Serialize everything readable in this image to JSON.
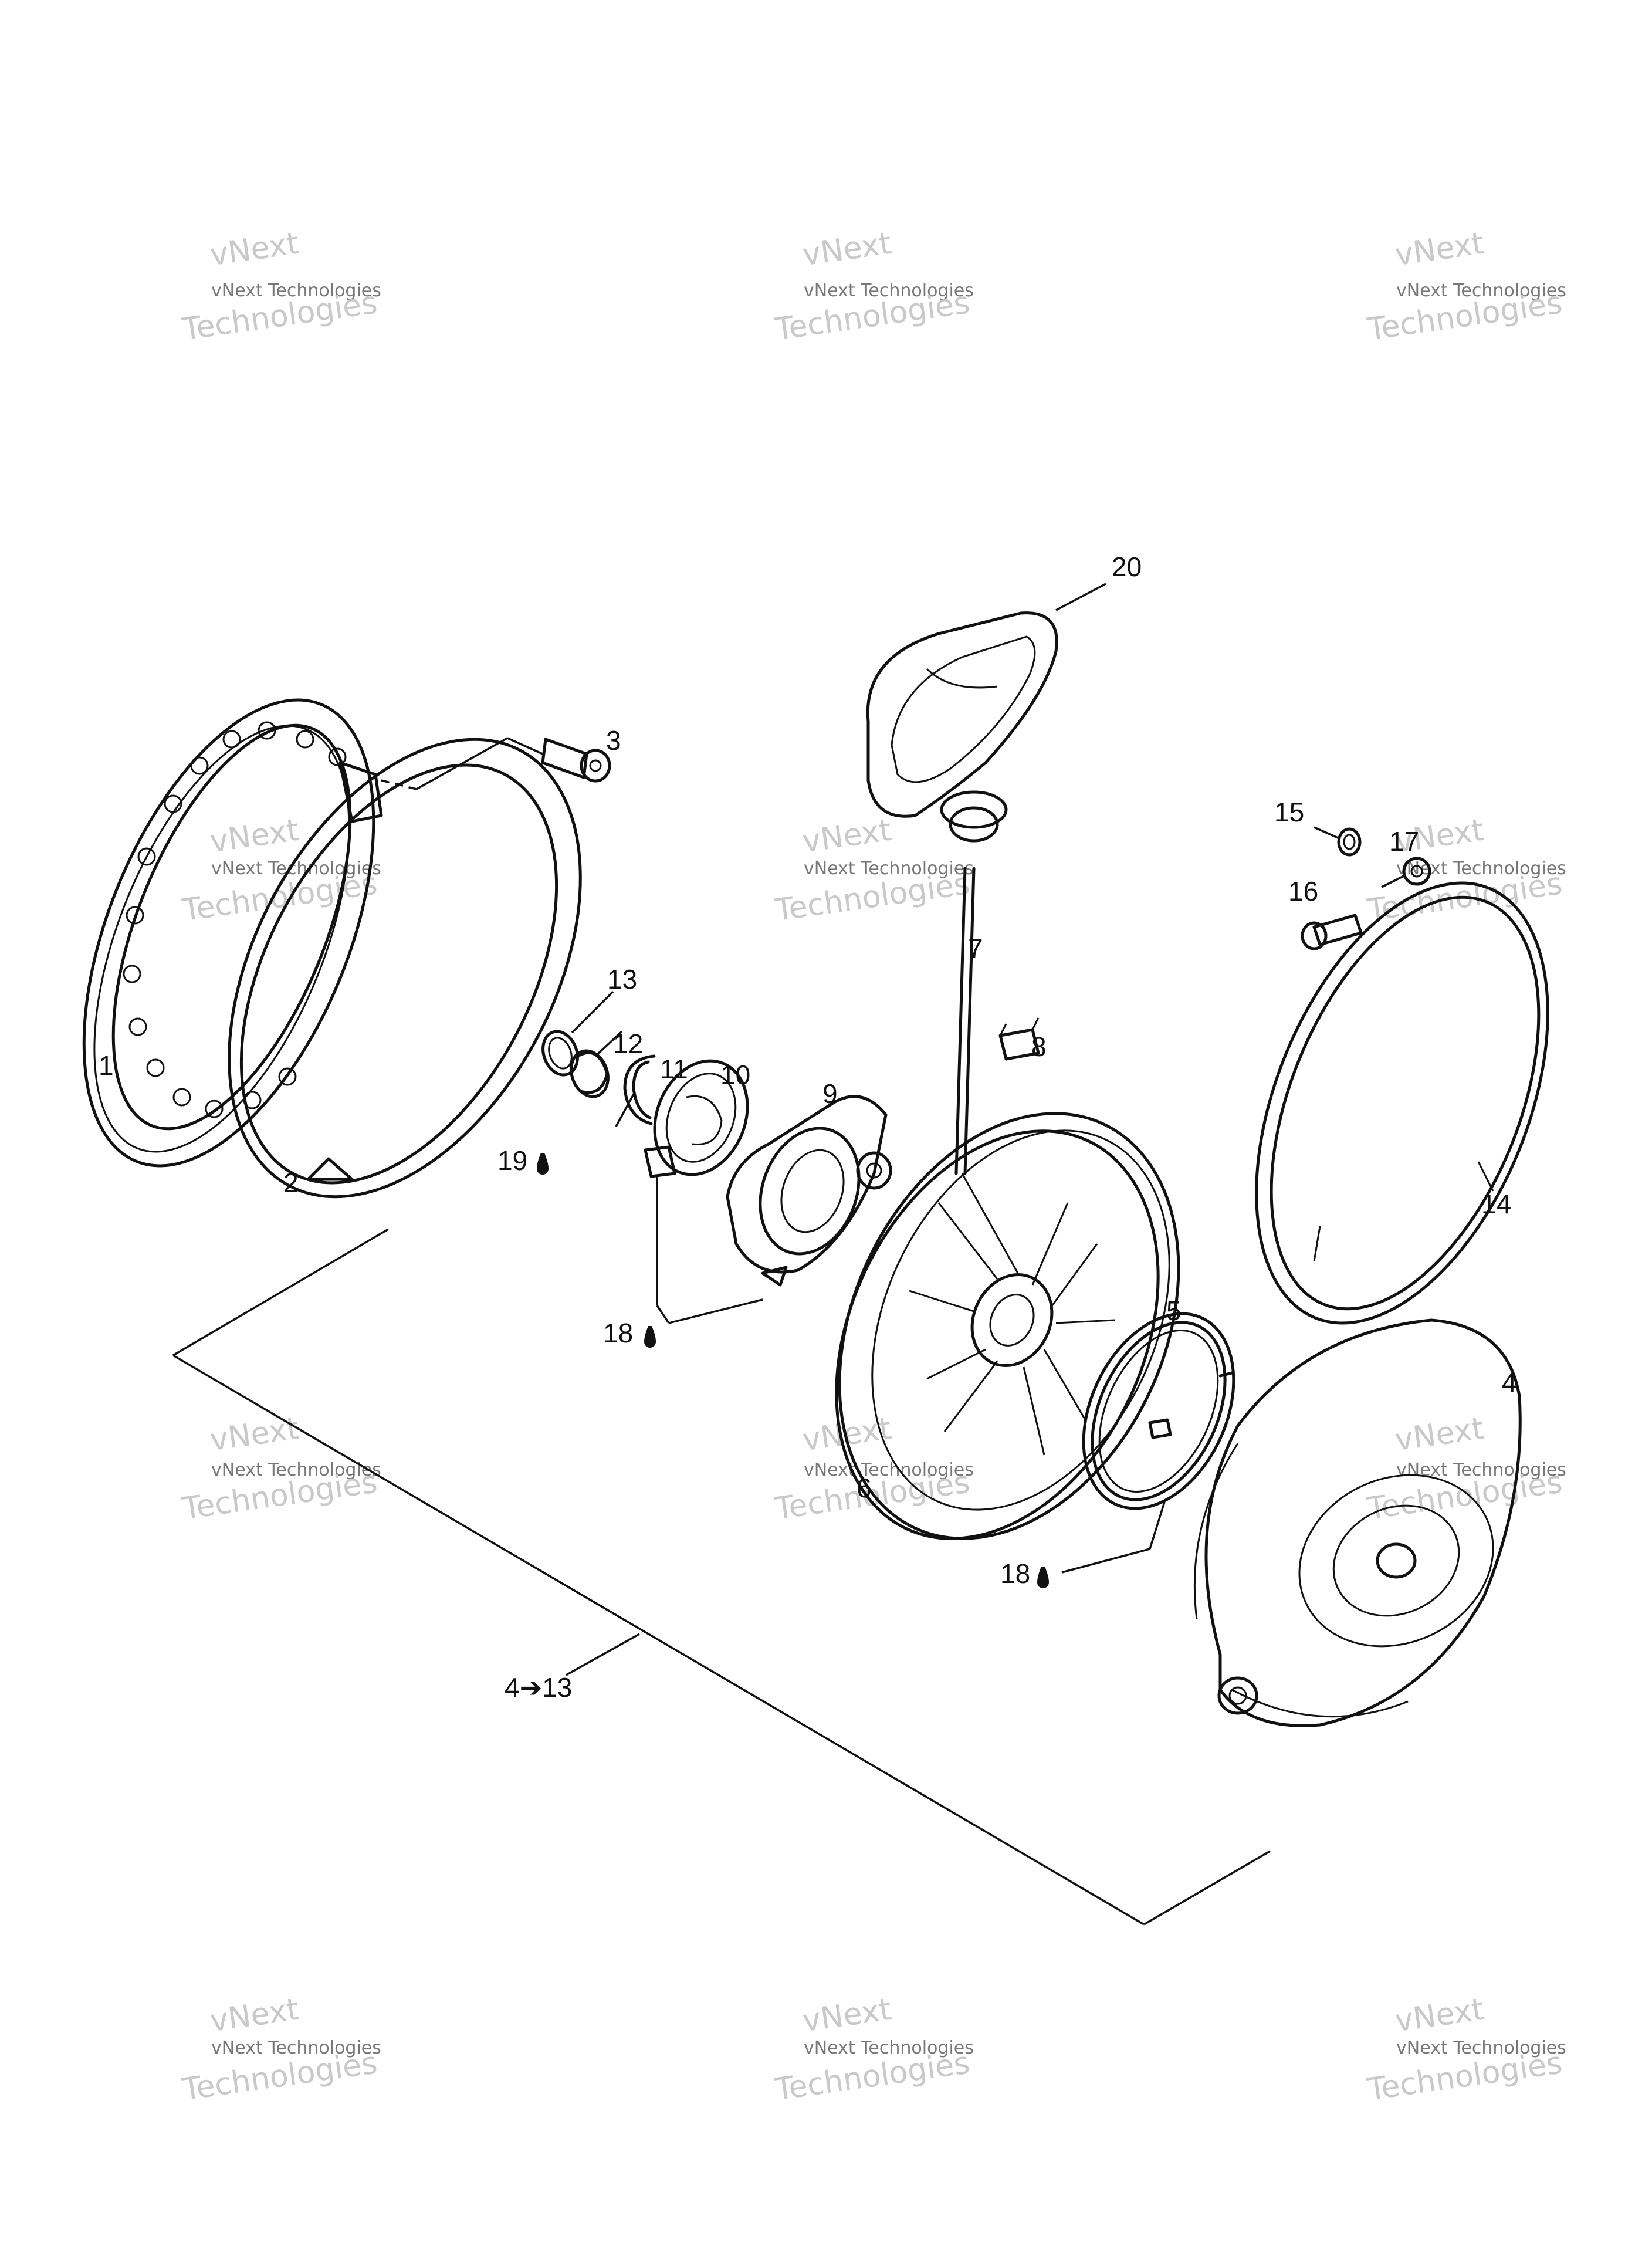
{
  "labels": {
    "p1": "1",
    "p2": "2",
    "p3": "3",
    "p4": "4",
    "p5": "5",
    "p6": "6",
    "p7": "7",
    "p8": "8",
    "p9": "9",
    "p10": "10",
    "p11": "11",
    "p12": "12",
    "p13": "13",
    "p14": "14",
    "p15": "15",
    "p16": "16",
    "p17": "17",
    "p18a": "18",
    "p18b": "18",
    "p19": "19",
    "p20": "20",
    "range": "4➔13"
  },
  "watermark": {
    "line1": "vNext",
    "line2": "vNext Technologies",
    "line3": "Technologies"
  }
}
